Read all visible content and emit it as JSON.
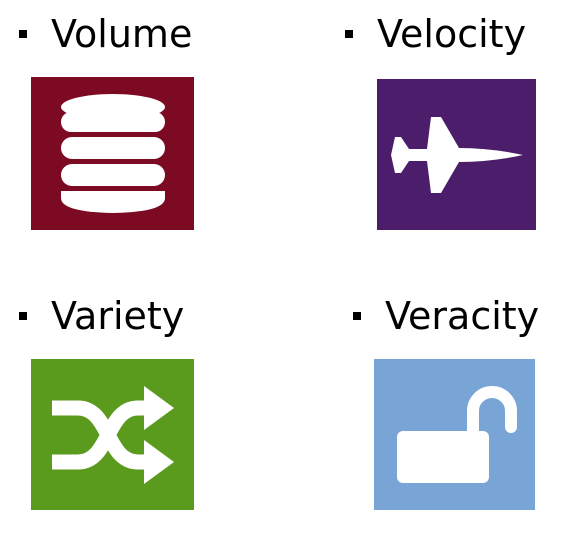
{
  "items": [
    {
      "label": "Volume",
      "icon": "database-icon",
      "color": "#7d0a23"
    },
    {
      "label": "Velocity",
      "icon": "jet-icon",
      "color": "#4b1d6b"
    },
    {
      "label": "Variety",
      "icon": "shuffle-icon",
      "color": "#5a9b1e"
    },
    {
      "label": "Veracity",
      "icon": "unlock-icon",
      "color": "#78a5d6"
    }
  ]
}
